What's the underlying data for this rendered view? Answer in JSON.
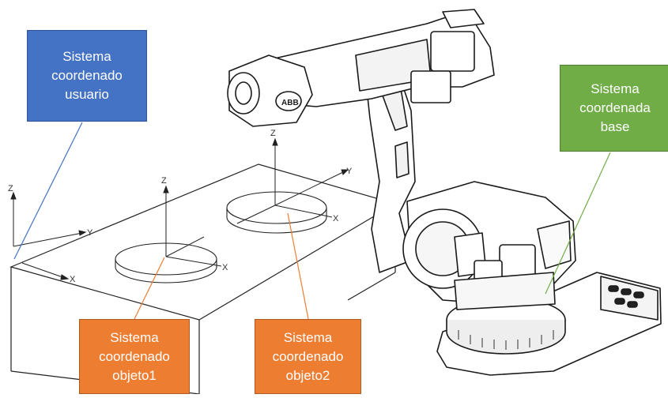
{
  "labels": {
    "user": [
      "Sistema",
      "coordenado",
      "usuario"
    ],
    "base": [
      "Sistema",
      "coordenada",
      "base"
    ],
    "object1": [
      "Sistema",
      "coordenado",
      "objeto1"
    ],
    "object2": [
      "Sistema",
      "coordenado",
      "objeto2"
    ]
  },
  "axes": {
    "user": {
      "z": "Z",
      "y": "Y",
      "x": "X"
    },
    "object1": {
      "z": "Z",
      "x": "X"
    },
    "object2": {
      "z": "Z",
      "y": "Y",
      "x": "X"
    }
  },
  "robot_badge": "ABB",
  "colors": {
    "user_box": "#4472c4",
    "base_box": "#70ad47",
    "object_box": "#ed7d31"
  }
}
